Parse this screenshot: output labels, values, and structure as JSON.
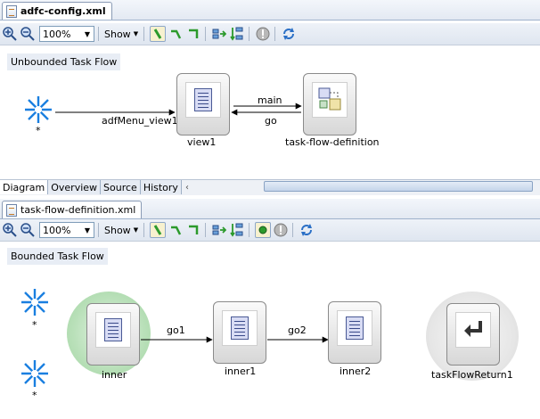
{
  "top_editor": {
    "tab_title": "adfc-config.xml",
    "toolbar": {
      "zoom": "100%",
      "show_label": "Show"
    },
    "flow_label": "Unbounded Task Flow",
    "wildcard_label": "*",
    "nodes": {
      "view1": "view1",
      "task_flow_definition": "task-flow-definition"
    },
    "edges": {
      "adfmenu": "adfMenu_view1",
      "main": "main",
      "go": "go"
    },
    "bottom_tabs": [
      "Diagram",
      "Overview",
      "Source",
      "History"
    ]
  },
  "bottom_editor": {
    "tab_title": "task-flow-definition.xml",
    "toolbar": {
      "zoom": "100%",
      "show_label": "Show"
    },
    "flow_label": "Bounded Task Flow",
    "wildcard_label": "*",
    "nodes": {
      "inner": "inner",
      "inner1": "inner1",
      "inner2": "inner2",
      "return": "taskFlowReturn1"
    },
    "edges": {
      "go1": "go1",
      "go2": "go2"
    }
  },
  "colors": {
    "accent_green": "#7fc07f",
    "arrow_green": "#2c9a2c",
    "node_gray": "#d7d7d7"
  }
}
